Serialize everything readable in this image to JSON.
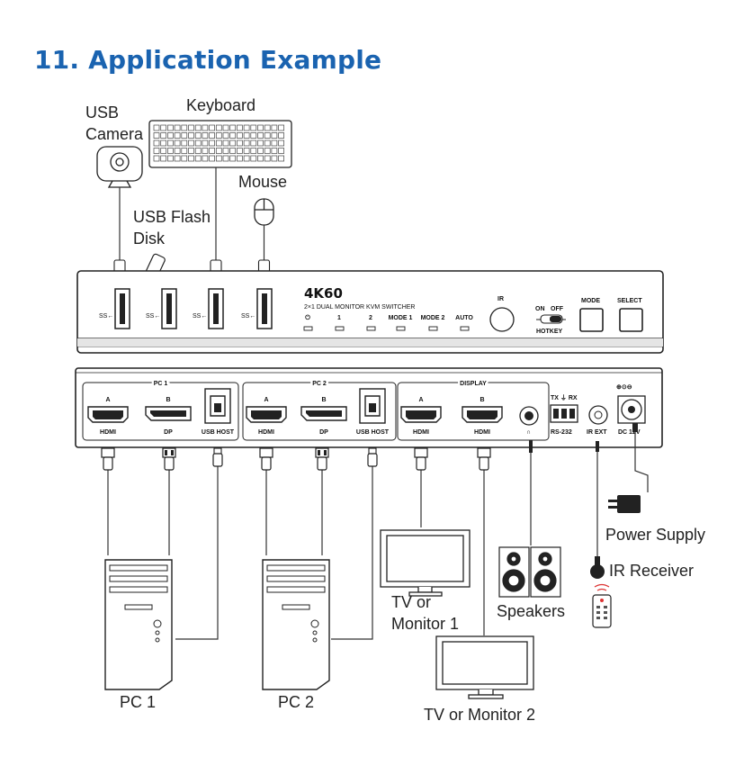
{
  "title": "11. Application Example",
  "labels": {
    "keyboard": "Keyboard",
    "usb_camera_1": "USB",
    "usb_camera_2": "Camera",
    "mouse": "Mouse",
    "usb_flash_1": "USB Flash",
    "usb_flash_2": "Disk",
    "power_supply": "Power Supply",
    "ir_receiver": "IR Receiver",
    "tv1_1": "TV or",
    "tv1_2": "Monitor 1",
    "speakers": "Speakers",
    "pc1": "PC 1",
    "pc2": "PC 2",
    "tv2": "TV or Monitor 2"
  },
  "front_panel": {
    "brand": "4K60",
    "model": "2×1 DUAL MONITOR KVM SWITCHER",
    "usb_ports": [
      "SS←",
      "SS←",
      "SS←",
      "SS←"
    ],
    "leds": [
      "⏻",
      "1",
      "2",
      "MODE 1",
      "MODE 2",
      "AUTO"
    ],
    "ir": "IR",
    "hotkey_on": "ON",
    "hotkey_off": "OFF",
    "hotkey": "HOTKEY",
    "mode_button": "MODE",
    "select_button": "SELECT"
  },
  "rear_panel": {
    "groups": [
      "PC 1",
      "PC 2",
      "DISPLAY"
    ],
    "port_letter_a": "A",
    "port_letter_b": "B",
    "hdmi": "HDMI",
    "dp": "DP",
    "usb_host": "USB HOST",
    "headphone_icon": "∩",
    "rs232_top": "TX ⏚ RX",
    "rs232": "RS-232",
    "ir_ext": "IR EXT",
    "dc": "DC 12V",
    "polarity": "⊕⊙⊖"
  }
}
